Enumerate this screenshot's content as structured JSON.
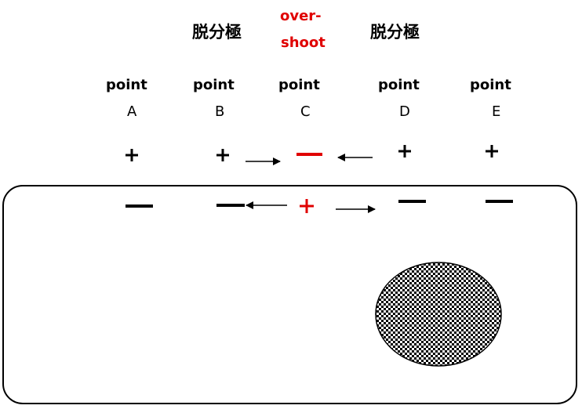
{
  "title": {
    "depol_left": "脱分極",
    "overshoot_line1": "over-",
    "overshoot_line2": "shoot",
    "depol_right": "脱分極"
  },
  "points": [
    {
      "word": "point",
      "letter": "A"
    },
    {
      "word": "point",
      "letter": "B"
    },
    {
      "word": "point",
      "letter": "C"
    },
    {
      "word": "point",
      "letter": "D"
    },
    {
      "word": "point",
      "letter": "E"
    }
  ],
  "colors": {
    "ink": "#000000",
    "highlight": "#e00000",
    "nucleus_pattern": "checkerboard"
  }
}
